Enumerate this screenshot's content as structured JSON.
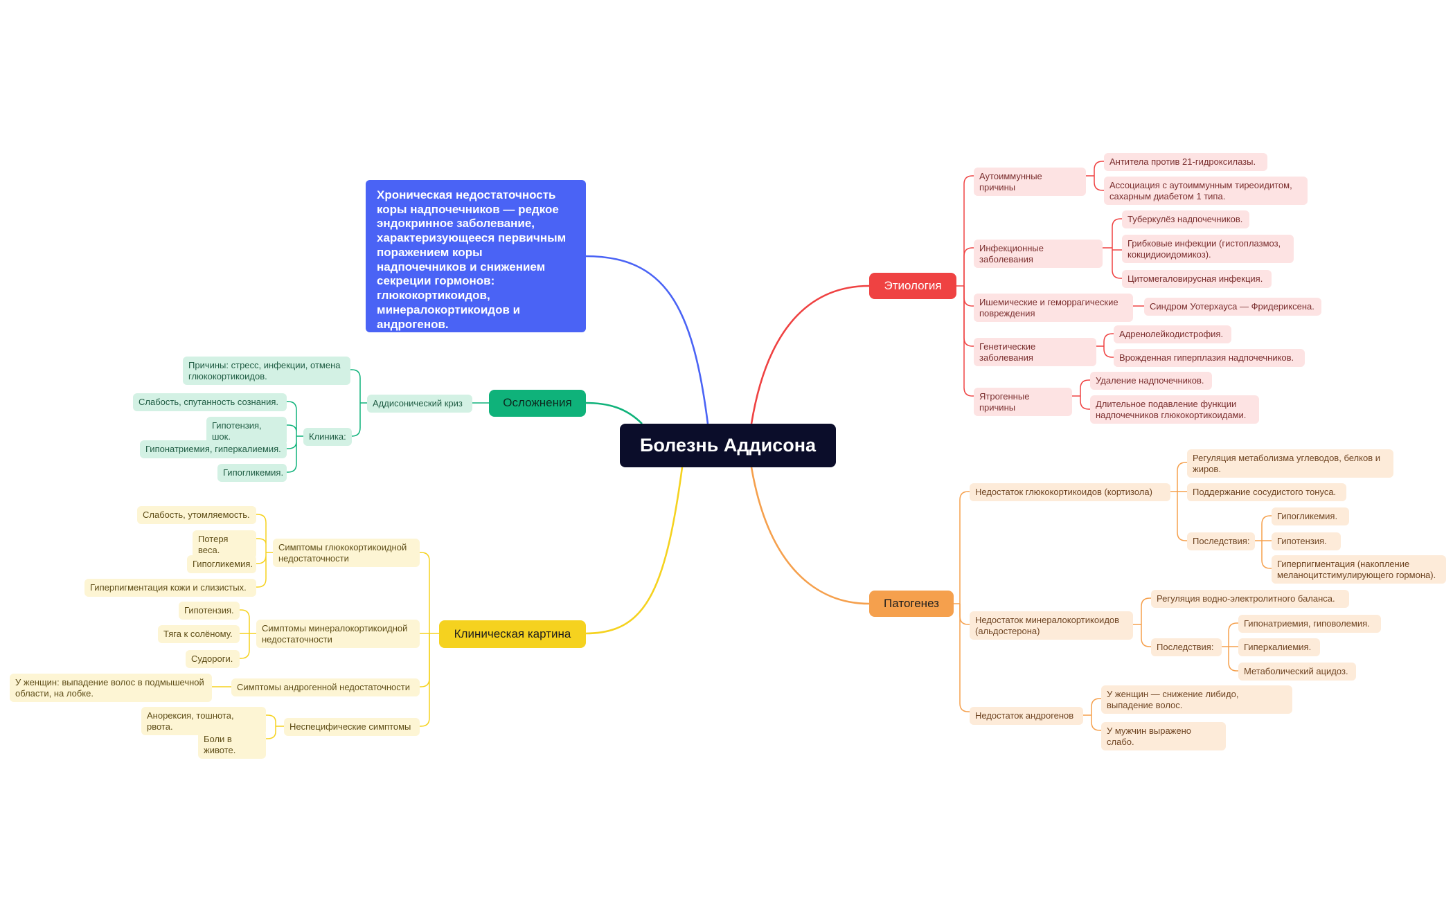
{
  "colors": {
    "red": "#ef4242",
    "orange": "#f5a04d",
    "green": "#0fb27a",
    "yellow": "#f5d21f",
    "blue": "#4a63f5",
    "root": "#0b0d2a"
  },
  "root": {
    "title": "Болезнь Аддисона"
  },
  "description": {
    "text": "Хроническая недостаточность коры надпочечников — редкое эндокринное заболевание, характеризующееся первичным поражением коры надпочечников и снижением секреции гормонов: глюкокортикоидов, минералокортикоидов и андрогенов."
  },
  "etiology": {
    "label": "Этиология",
    "autoimmune": {
      "label": "Аутоиммунные причины",
      "items": [
        "Антитела против 21-гидроксилазы.",
        "Ассоциация с аутоиммунным тиреоидитом, сахарным диабетом 1 типа."
      ]
    },
    "infectious": {
      "label": "Инфекционные заболевания",
      "items": [
        "Туберкулёз надпочечников.",
        "Грибковые инфекции (гистоплазмоз, кокцидиоидомикоз).",
        "Цитомегаловирусная инфекция."
      ]
    },
    "ischemic": {
      "label": "Ишемические и геморрагические повреждения",
      "items": [
        "Синдром Уотерхауса — Фридериксена."
      ]
    },
    "genetic": {
      "label": "Генетические заболевания",
      "items": [
        "Адренолейкодистрофия.",
        "Врожденная гиперплазия надпочечников."
      ]
    },
    "iatrogenic": {
      "label": "Ятрогенные причины",
      "items": [
        "Удаление надпочечников.",
        "Длительное подавление функции надпочечников глюкокортикоидами."
      ]
    }
  },
  "pathogenesis": {
    "label": "Патогенез",
    "gluco": {
      "label": "Недостаток глюкокортикоидов (кортизола)",
      "items": [
        "Регуляция метаболизма углеводов, белков и жиров.",
        "Поддержание сосудистого тонуса."
      ],
      "consequences_label": "Последствия:",
      "consequences": [
        "Гипогликемия.",
        "Гипотензия.",
        "Гиперпигментация (накопление меланоцитстимулирующего гормона)."
      ]
    },
    "mineralo": {
      "label": "Недостаток минералокортикоидов (альдостерона)",
      "items": [
        "Регуляция водно-электролитного баланса."
      ],
      "consequences_label": "Последствия:",
      "consequences": [
        "Гипонатриемия, гиповолемия.",
        "Гиперкалиемия.",
        "Метаболический ацидоз."
      ]
    },
    "andro": {
      "label": "Недостаток андрогенов",
      "items": [
        "У женщин — снижение либидо, выпадение волос.",
        "У мужчин выражено слабо."
      ]
    }
  },
  "complications": {
    "label": "Осложнения",
    "crisis": {
      "label": "Аддисонический криз",
      "causes": "Причины: стресс, инфекции, отмена глюкокортикоидов.",
      "clinic_label": "Клиника:",
      "clinic": [
        "Слабость, спутанность сознания.",
        "Гипотензия, шок.",
        "Гипонатриемия, гиперкалиемия.",
        "Гипогликемия."
      ]
    }
  },
  "clinical": {
    "label": "Клиническая картина",
    "gluco": {
      "label": "Симптомы глюкокортикоидной недостаточности",
      "items": [
        "Слабость, утомляемость.",
        "Потеря веса.",
        "Гипогликемия.",
        "Гиперпигментация кожи и слизистых."
      ]
    },
    "mineralo": {
      "label": "Симптомы минералокортикоидной недостаточности",
      "items": [
        "Гипотензия.",
        "Тяга к солёному.",
        "Судороги."
      ]
    },
    "andro": {
      "label": "Симптомы андрогенной недостаточности",
      "items": [
        "У женщин: выпадение волос в подмышечной области, на лобке."
      ]
    },
    "nonspecific": {
      "label": "Неспецифические симптомы",
      "items": [
        "Анорексия, тошнота, рвота.",
        "Боли в животе."
      ]
    }
  }
}
